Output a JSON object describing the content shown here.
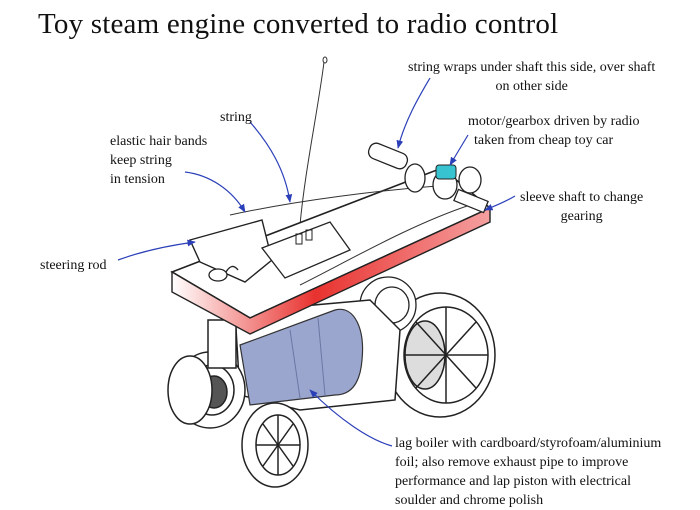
{
  "title": "Toy steam engine converted to radio control",
  "labels": {
    "string_wraps": [
      "string wraps under shaft this side, over shaft",
      "on other side"
    ],
    "string": "string",
    "motor": [
      "motor/gearbox driven by radio",
      "taken from cheap toy car"
    ],
    "elastic": [
      "elastic hair bands",
      "keep string",
      "in tension"
    ],
    "sleeve": [
      "sleeve shaft to change",
      "gearing"
    ],
    "steering": "steering rod",
    "lag_boiler": [
      "lag boiler with cardboard/styrofoam/aluminium",
      "foil; also remove exhaust pipe to improve",
      "performance and lap piston with electrical",
      "soulder and chrome polish"
    ]
  },
  "colors": {
    "boiler_lagging": "#9ba6cf",
    "platform_edge": "#e8322f",
    "motor_part": "#37c3cf",
    "arrow": "#2b3fb8",
    "ink": "#222222"
  }
}
